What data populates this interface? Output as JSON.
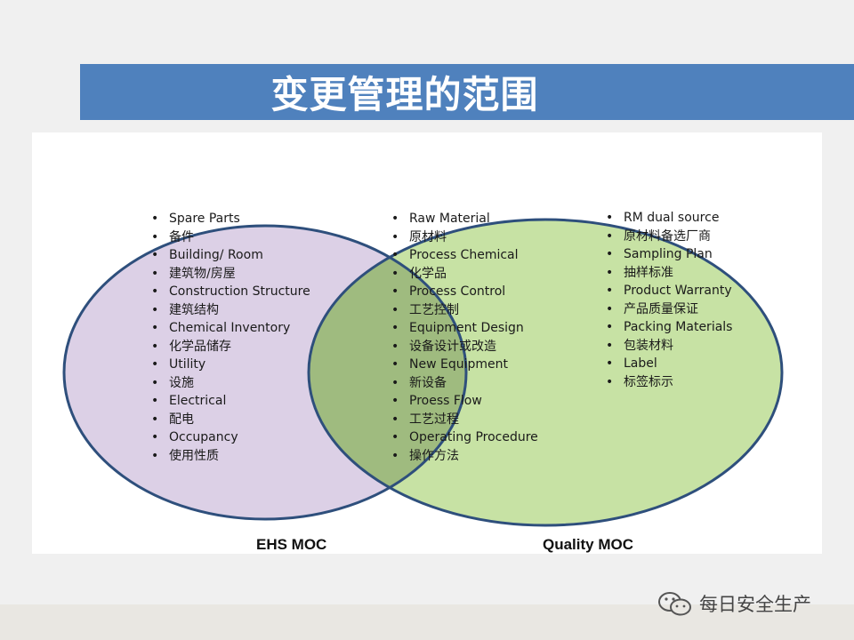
{
  "slide": {
    "title": "变更管理的范围"
  },
  "colors": {
    "title_bar": "#4f81bd",
    "ehs_fill": "#dcd0e6",
    "quality_fill": "#c7e2a4",
    "overlap_fill": "#9fbb7f",
    "circle_stroke": "#2e4f7c"
  },
  "venn": {
    "ehs": {
      "label": "EHS MOC",
      "items": [
        "Spare Parts",
        "备件",
        "Building/ Room",
        "建筑物/房屋",
        "Construction Structure",
        "建筑结构",
        "Chemical Inventory",
        "化学品储存",
        "Utility",
        "设施",
        "Electrical",
        "配电",
        "Occupancy",
        "使用性质"
      ]
    },
    "overlap": {
      "items": [
        "Raw Material",
        "原材料",
        "Process  Chemical",
        "化学品",
        "Process Control",
        "工艺控制",
        "Equipment Design",
        "设备设计或改造",
        "New Equipment",
        "新设备",
        "Proess Flow",
        "工艺过程",
        "Operating Procedure",
        "操作方法"
      ]
    },
    "quality": {
      "label": "Quality MOC",
      "items": [
        "RM dual source",
        "原材料备选厂商",
        "Sampling Plan",
        "抽样标准",
        "Product Warranty",
        "产品质量保证",
        "Packing Materials",
        "包装材料",
        "Label",
        "标签标示"
      ]
    }
  },
  "watermark": {
    "icon": "wechat-icon",
    "text": "每日安全生产"
  }
}
